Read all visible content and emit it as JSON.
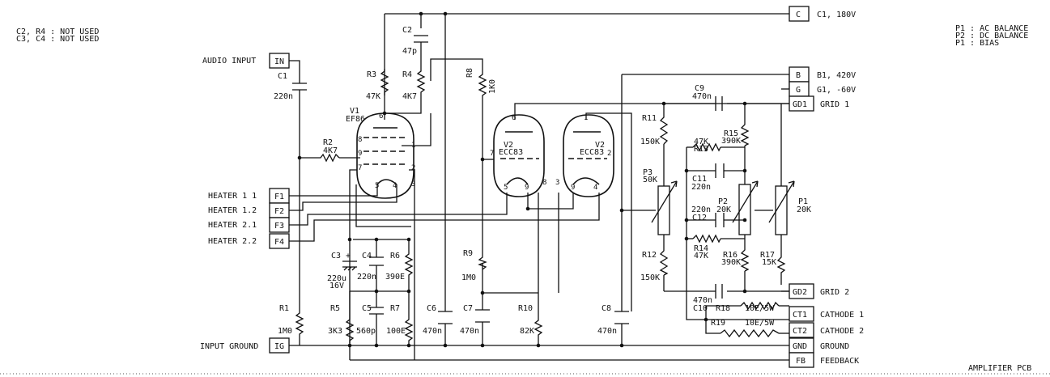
{
  "notes": {
    "unused_1": "C2, R4 : NOT USED",
    "unused_2": "C3, C4 : NOT USED",
    "pot_1": "P1 : AC BALANCE",
    "pot_2": "P2 : DC BALANCE",
    "pot_3": "P1 : BIAS"
  },
  "title_block": "AMPLIFIER PCB",
  "connectors": {
    "in": {
      "pin": "IN",
      "label": "AUDIO INPUT"
    },
    "f1": {
      "pin": "F1",
      "label": "HEATER 1 1"
    },
    "f2": {
      "pin": "F2",
      "label": "HEATER 1.2"
    },
    "f3": {
      "pin": "F3",
      "label": "HEATER 2.1"
    },
    "f4": {
      "pin": "F4",
      "label": "HEATER 2.2"
    },
    "ig": {
      "pin": "IG",
      "label": "INPUT GROUND"
    },
    "c": {
      "pin": "C",
      "label": "C1, 180V"
    },
    "b": {
      "pin": "B",
      "label": "B1, 420V"
    },
    "g": {
      "pin": "G",
      "label": "G1, -60V"
    },
    "gd1": {
      "pin": "GD1",
      "label": "GRID 1"
    },
    "gd2": {
      "pin": "GD2",
      "label": "GRID 2"
    },
    "ct1": {
      "pin": "CT1",
      "label": "CATHODE 1"
    },
    "ct2": {
      "pin": "CT2",
      "label": "CATHODE 2"
    },
    "gnd": {
      "pin": "GND",
      "label": "GROUND"
    },
    "fb": {
      "pin": "FB",
      "label": "FEEDBACK"
    }
  },
  "tubes": {
    "v1_ref": "V1",
    "v1_type": "EF86",
    "v2a_ref": "V2",
    "v2a_type": "ECC83",
    "v2b_ref": "V2",
    "v2b_type": "ECC83"
  },
  "pins": {
    "v1": [
      "6",
      "8",
      "9",
      "1",
      "7",
      "2",
      "5",
      "4",
      "3"
    ],
    "v2a": [
      "6",
      "7",
      "5",
      "9",
      "8"
    ],
    "v2b": [
      "1",
      "2",
      "9",
      "4",
      "3"
    ]
  },
  "components": {
    "c1": {
      "ref": "C1",
      "value": "220n"
    },
    "c2": {
      "ref": "C2",
      "value": "47p"
    },
    "c3": {
      "ref": "C3 +",
      "value": "220u",
      "value2": "16V"
    },
    "c4": {
      "ref": "C4",
      "value": "220n"
    },
    "c5": {
      "ref": "C5",
      "value": "560p"
    },
    "c6": {
      "ref": "C6",
      "value": "470n"
    },
    "c7": {
      "ref": "C7",
      "value": "470n"
    },
    "c8": {
      "ref": "C8",
      "value": "470n"
    },
    "c9": {
      "ref": "C9",
      "value": "470n"
    },
    "c10": {
      "ref": "C10",
      "value": "470n"
    },
    "c11": {
      "ref": "C11",
      "value": "220n"
    },
    "c12": {
      "ref": "C12",
      "value": "220n"
    },
    "r1": {
      "ref": "R1",
      "value": "1M0"
    },
    "r2": {
      "ref": "R2",
      "value": "4K7"
    },
    "r3": {
      "ref": "R3",
      "value": "47K"
    },
    "r4": {
      "ref": "R4",
      "value": "4K7"
    },
    "r5": {
      "ref": "R5",
      "value": "3K3"
    },
    "r6": {
      "ref": "R6",
      "value": "390E"
    },
    "r7": {
      "ref": "R7",
      "value": "100E"
    },
    "r8": {
      "ref": "R8",
      "value": "1K0"
    },
    "r9": {
      "ref": "R9",
      "value": "1M0"
    },
    "r10": {
      "ref": "R10",
      "value": "82K"
    },
    "r11": {
      "ref": "R11",
      "value": "150K"
    },
    "r12": {
      "ref": "R12",
      "value": "150K"
    },
    "r13": {
      "ref": "R13",
      "value": "47K"
    },
    "r14": {
      "ref": "R14",
      "value": "47K"
    },
    "r15": {
      "ref": "R15",
      "value": "390K"
    },
    "r16": {
      "ref": "R16",
      "value": "390K"
    },
    "r17": {
      "ref": "R17",
      "value": "15K"
    },
    "r18": {
      "ref": "R18",
      "value": "10E/5W"
    },
    "r19": {
      "ref": "R19",
      "value": "10E/5W"
    },
    "p1": {
      "ref": "P1",
      "value": "20K"
    },
    "p2": {
      "ref": "P2",
      "value": "20K"
    },
    "p3": {
      "ref": "P3",
      "value": "50K"
    }
  }
}
